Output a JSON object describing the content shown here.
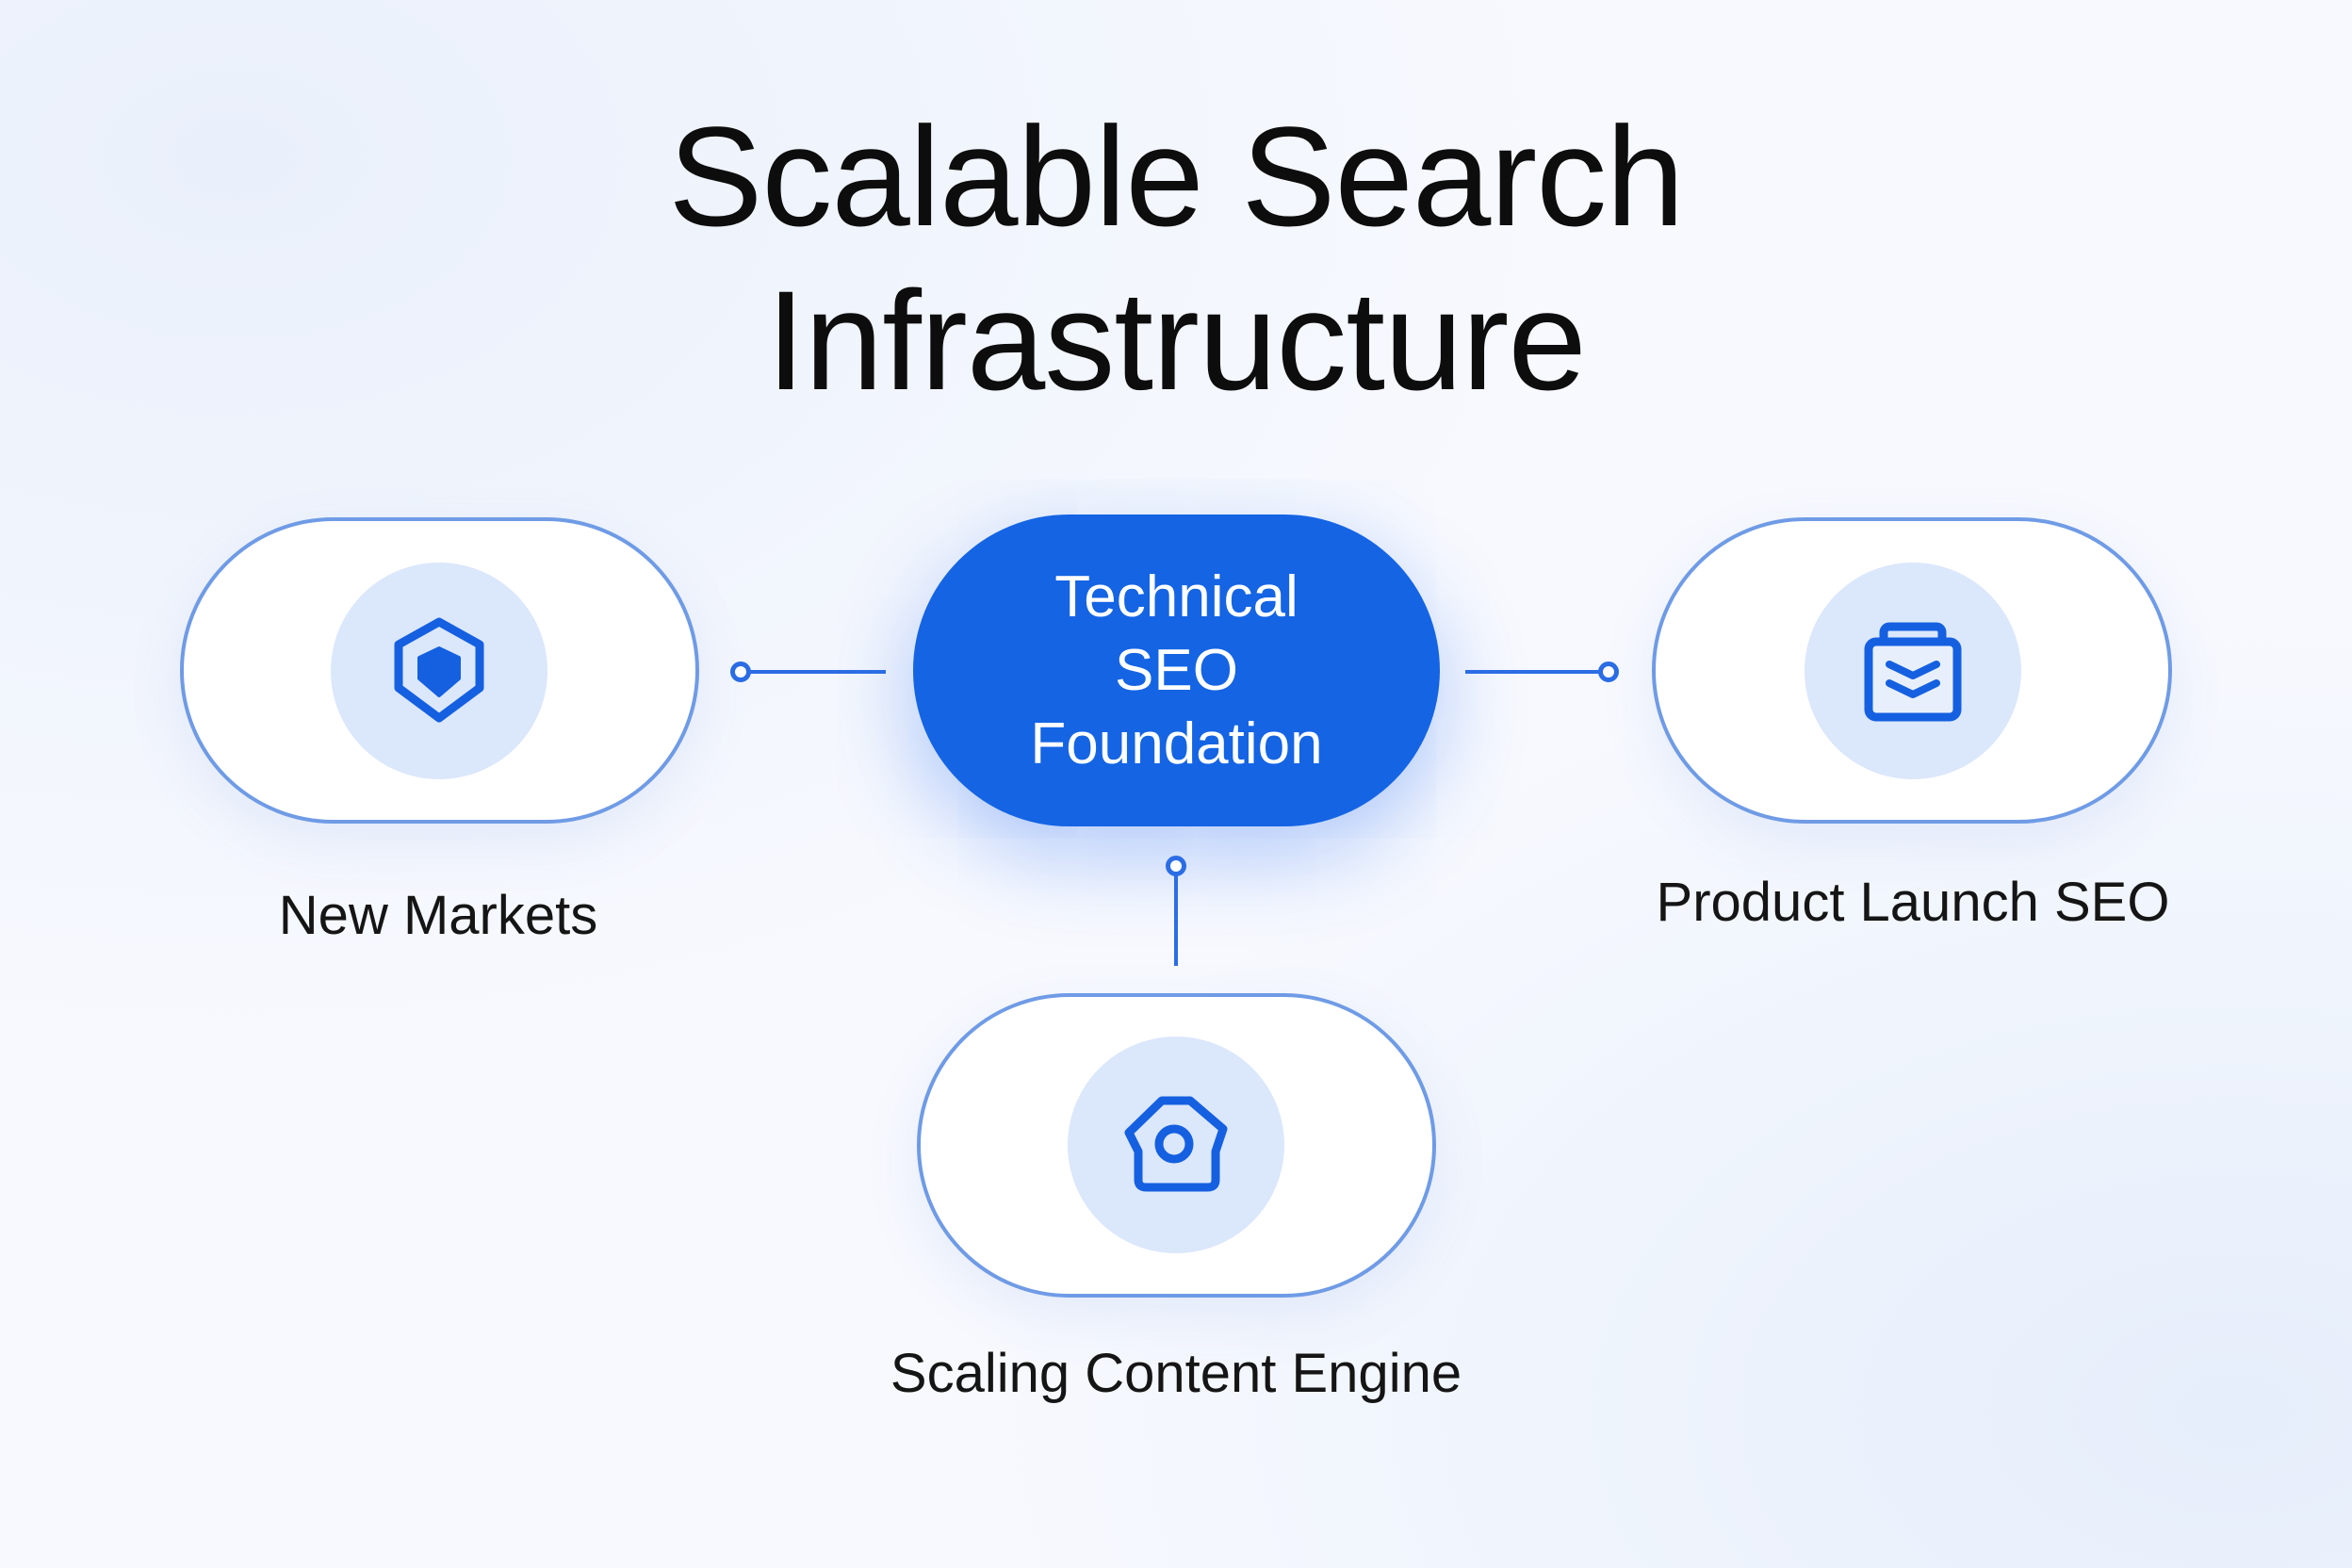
{
  "title": {
    "line1": "Scalable Search",
    "line2": "Infrastructure"
  },
  "center_node": {
    "lines": [
      "Technical",
      "SEO",
      "Foundation"
    ]
  },
  "nodes": [
    {
      "label": "New Markets",
      "icon": "shield-hexagon-icon"
    },
    {
      "label": "Product Launch SEO",
      "icon": "briefcase-chevrons-icon"
    },
    {
      "label": "Scaling Content Engine",
      "icon": "house-gear-icon"
    }
  ],
  "colors": {
    "accent": "#1464e4",
    "border": "#6f9be6",
    "icon_bg": "#dbe7fb"
  }
}
